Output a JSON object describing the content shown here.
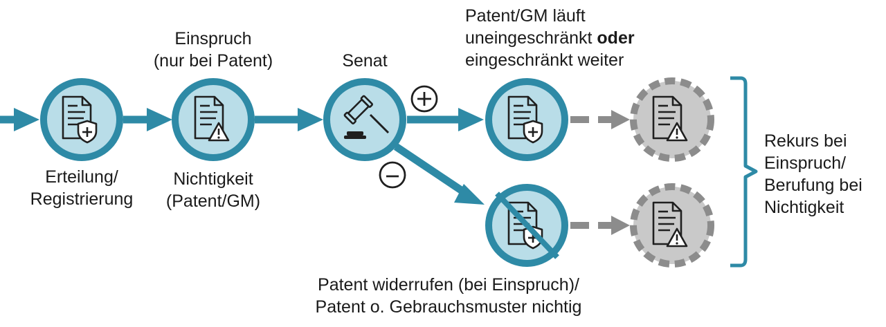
{
  "colors": {
    "teal": "#2e8aa6",
    "circle_fill": "#b9dde8",
    "icon_stroke": "#1f1f1f",
    "gray_arrow": "#8c8c8c",
    "gray_fill": "#c9c9c9",
    "gray_ring": "#8c8c8c",
    "text": "#1a1a1a"
  },
  "nodes": {
    "erteilung": {
      "icon": "document-shield-plus-icon",
      "label_lines": [
        "Erteilung/",
        "Registrierung"
      ]
    },
    "einspruch": {
      "icon": "document-warning-icon",
      "label_top_lines": [
        "Einspruch",
        "(nur bei Patent)"
      ],
      "label_bottom_lines": [
        "Nichtigkeit",
        "(Patent/GM)"
      ]
    },
    "senat": {
      "icon": "gavel-icon",
      "label": "Senat"
    },
    "laeuft_weiter": {
      "icon": "document-shield-plus-icon",
      "label_line1": "Patent/GM läuft",
      "label_line2_a": "uneingeschränkt ",
      "label_line2_b": "oder",
      "label_line3": "eingeschränkt weiter"
    },
    "widerrufen": {
      "icon": "document-shield-crossed-icon",
      "label_lines": [
        "Patent widerrufen (bei Einspruch)/",
        "Patent o. Gebrauchsmuster nichtig"
      ]
    },
    "rekurs_upper": {
      "icon": "document-warning-icon"
    },
    "rekurs_lower": {
      "icon": "document-warning-icon"
    }
  },
  "symbols": {
    "plus": "plus-circle-icon",
    "minus": "minus-circle-icon"
  },
  "rekurs_label_lines": [
    "Rekurs bei",
    "Einspruch/",
    "Berufung bei",
    "Nichtigkeit"
  ]
}
